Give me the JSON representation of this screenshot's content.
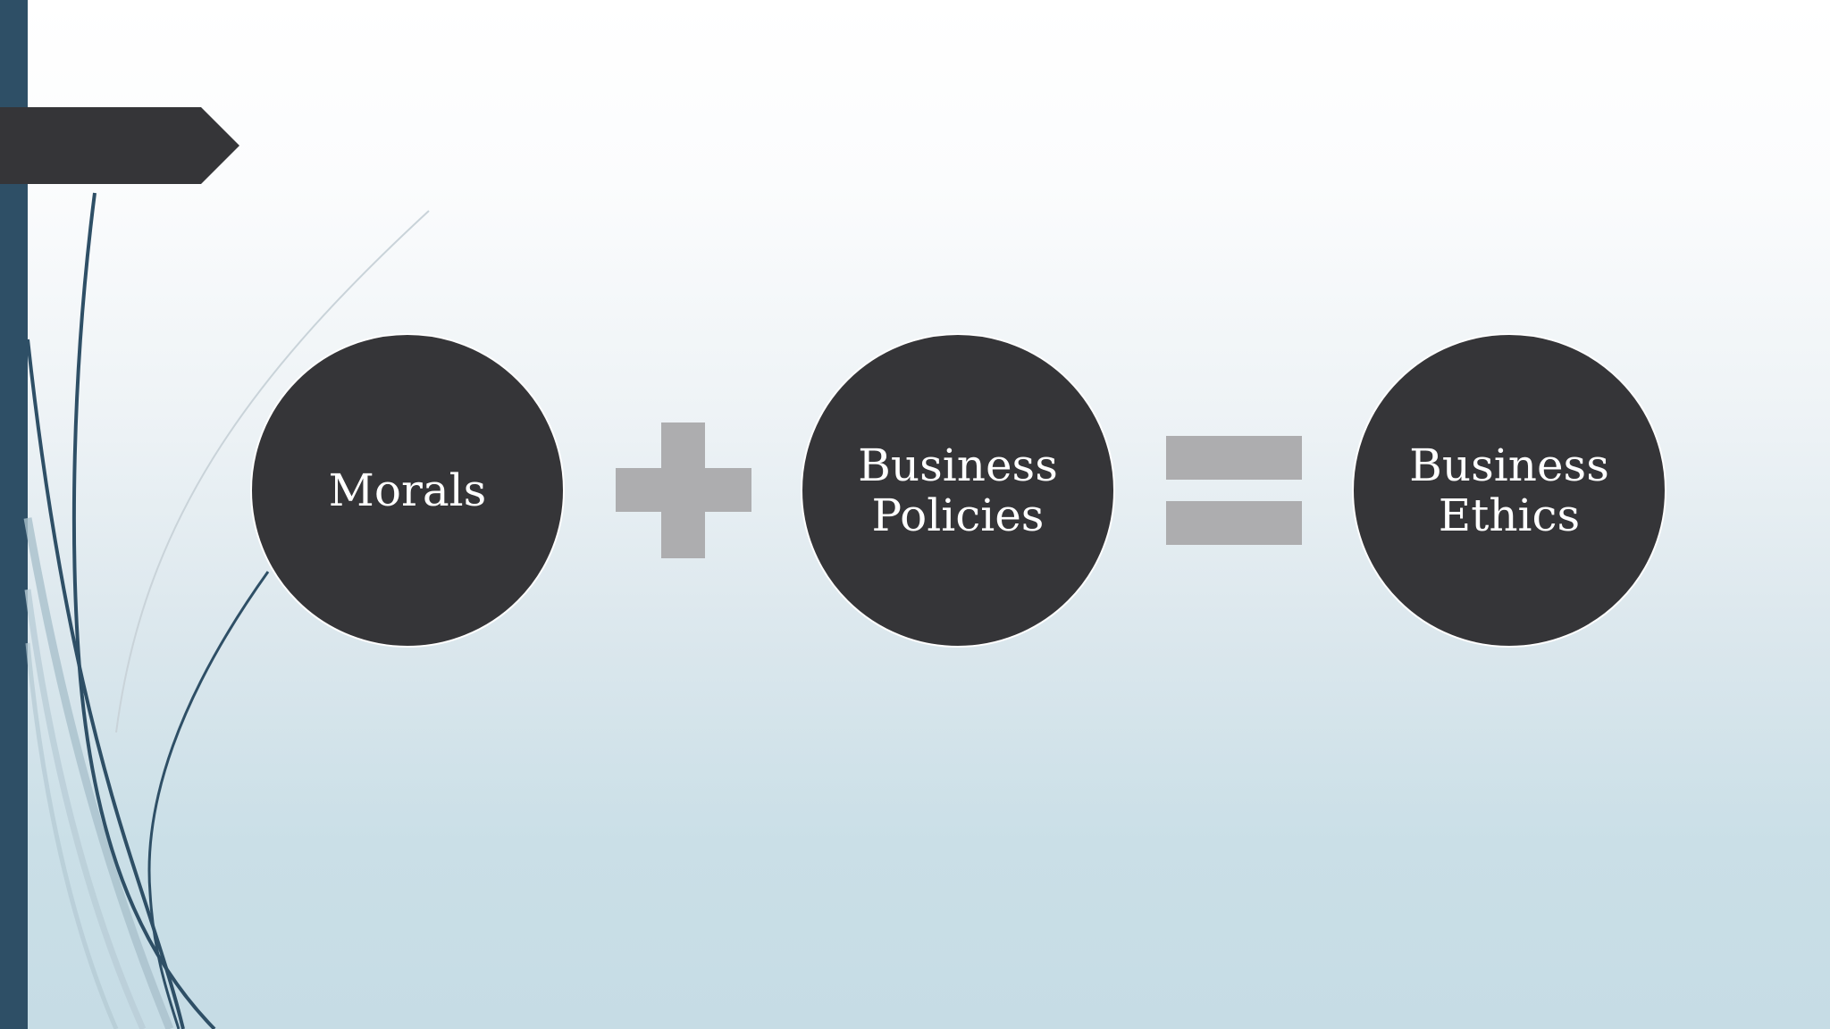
{
  "diagram": {
    "title": "",
    "terms": [
      {
        "label": "Morals"
      },
      {
        "label": "Business\nPolicies"
      },
      {
        "label": "Business\nEthics"
      }
    ],
    "operators": [
      "plus",
      "equals"
    ]
  },
  "colors": {
    "circle_fill": "#353538",
    "circle_text": "#ffffff",
    "operator": "#adadaf",
    "accent_bar": "#2e4f66",
    "title_arrow": "#353538"
  }
}
